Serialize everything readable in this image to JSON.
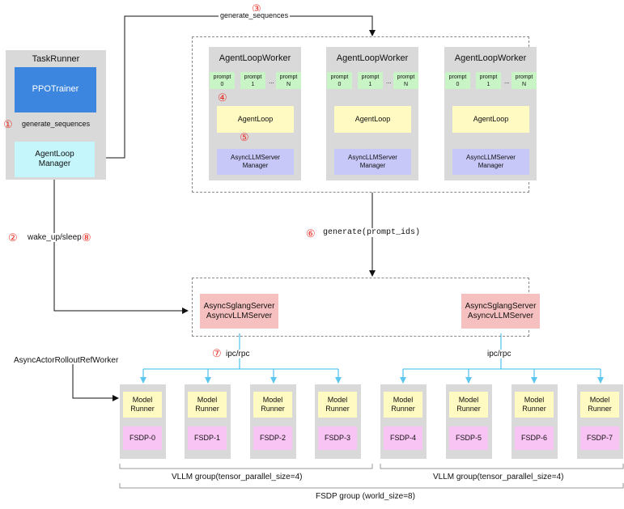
{
  "task_runner": {
    "title": "TaskRunner",
    "ppo_trainer": "PPOTrainer",
    "agent_loop_manager": "AgentLoop\nManager",
    "generate_sequences": "generate_sequences"
  },
  "steps": {
    "s1": "①",
    "s2": "②",
    "s3": "③",
    "s4": "④",
    "s5": "⑤",
    "s6": "⑥",
    "s7": "⑦",
    "s8": "⑧"
  },
  "top_generate_sequences": "generate_sequences",
  "wake_up_sleep": "wake_up/sleep",
  "generate_prompt_ids": "generate(prompt_ids)",
  "workers": [
    {
      "title": "AgentLoopWorker",
      "prompts": [
        "prompt\n0",
        "prompt\n1",
        "prompt\nN"
      ],
      "dots": "...",
      "agent_loop": "AgentLoop",
      "async_llm_server_manager": "AsyncLLMServer\nManager"
    },
    {
      "title": "AgentLoopWorker",
      "prompts": [
        "prompt\n0",
        "prompt\n1",
        "prompt\nN"
      ],
      "dots": "...",
      "agent_loop": "AgentLoop",
      "async_llm_server_manager": "AsyncLLMServer\nManager"
    },
    {
      "title": "AgentLoopWorker",
      "prompts": [
        "prompt\n0",
        "prompt\n1",
        "prompt\nN"
      ],
      "dots": "...",
      "agent_loop": "AgentLoop",
      "async_llm_server_manager": "AsyncLLMServer\nManager"
    }
  ],
  "servers": [
    "AsyncSglangServer\nAsyncvLLMServer",
    "AsyncSglangServer\nAsyncvLLMServer"
  ],
  "ipc_rpc": "ipc/rpc",
  "async_actor_rollout_ref_worker": "AsyncActorRolloutRefWorker",
  "model_runner": "Model\nRunner",
  "fsdp_ranks": [
    "FSDP-0",
    "FSDP-1",
    "FSDP-2",
    "FSDP-3",
    "FSDP-4",
    "FSDP-5",
    "FSDP-6",
    "FSDP-7"
  ],
  "vllm_groups": [
    "VLLM group(tensor_parallel_size=4)",
    "VLLM group(tensor_parallel_size=4)"
  ],
  "fsdp_group": "FSDP group (world_size=8)",
  "colors": {
    "ppo_trainer": "#3d86e0",
    "agent_loop_manager": "#c4f6fb",
    "gray_panel": "#d9d9d9",
    "prompt": "#c9f5c6",
    "agent_loop": "#fff9c2",
    "async_llm_server_manager": "#c7c7f8",
    "server": "#f7c0c0",
    "model_runner": "#fff9c2",
    "fsdp": "#f8c4f3",
    "ipc_arrow": "#5bc6ef",
    "step_number": "#e8322a"
  }
}
